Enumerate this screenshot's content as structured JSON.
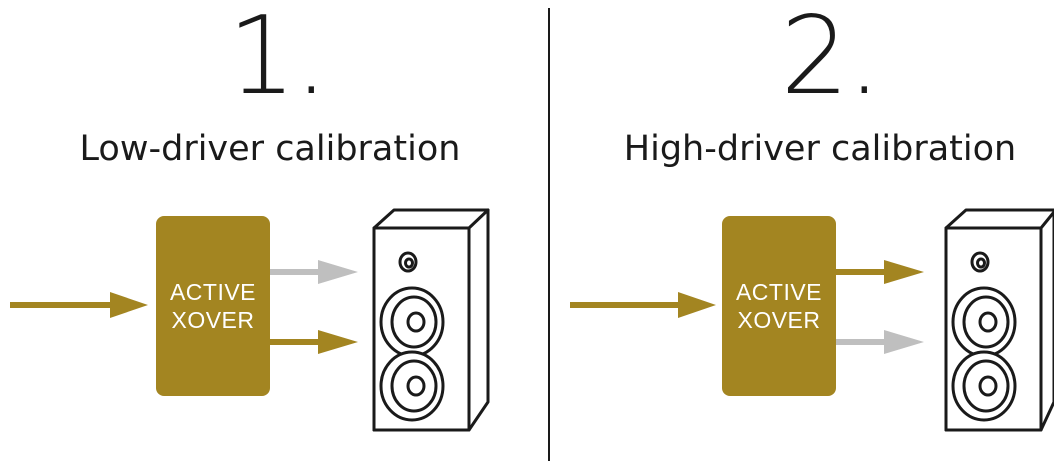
{
  "colors": {
    "accent": "#a38521",
    "inactive_arrow": "#bfbfbf",
    "ink": "#1a1a1a"
  },
  "panels": [
    {
      "number": "1.",
      "title": "Low-driver calibration",
      "xover": {
        "line1": "ACTIVE",
        "line2": "XOVER"
      },
      "upper_output": "inactive",
      "lower_output": "active"
    },
    {
      "number": "2.",
      "title": "High-driver calibration",
      "xover": {
        "line1": "ACTIVE",
        "line2": "XOVER"
      },
      "upper_output": "active",
      "lower_output": "inactive"
    }
  ],
  "icons": {
    "speaker": "speaker-icon",
    "arrow": "arrow-right-icon"
  }
}
